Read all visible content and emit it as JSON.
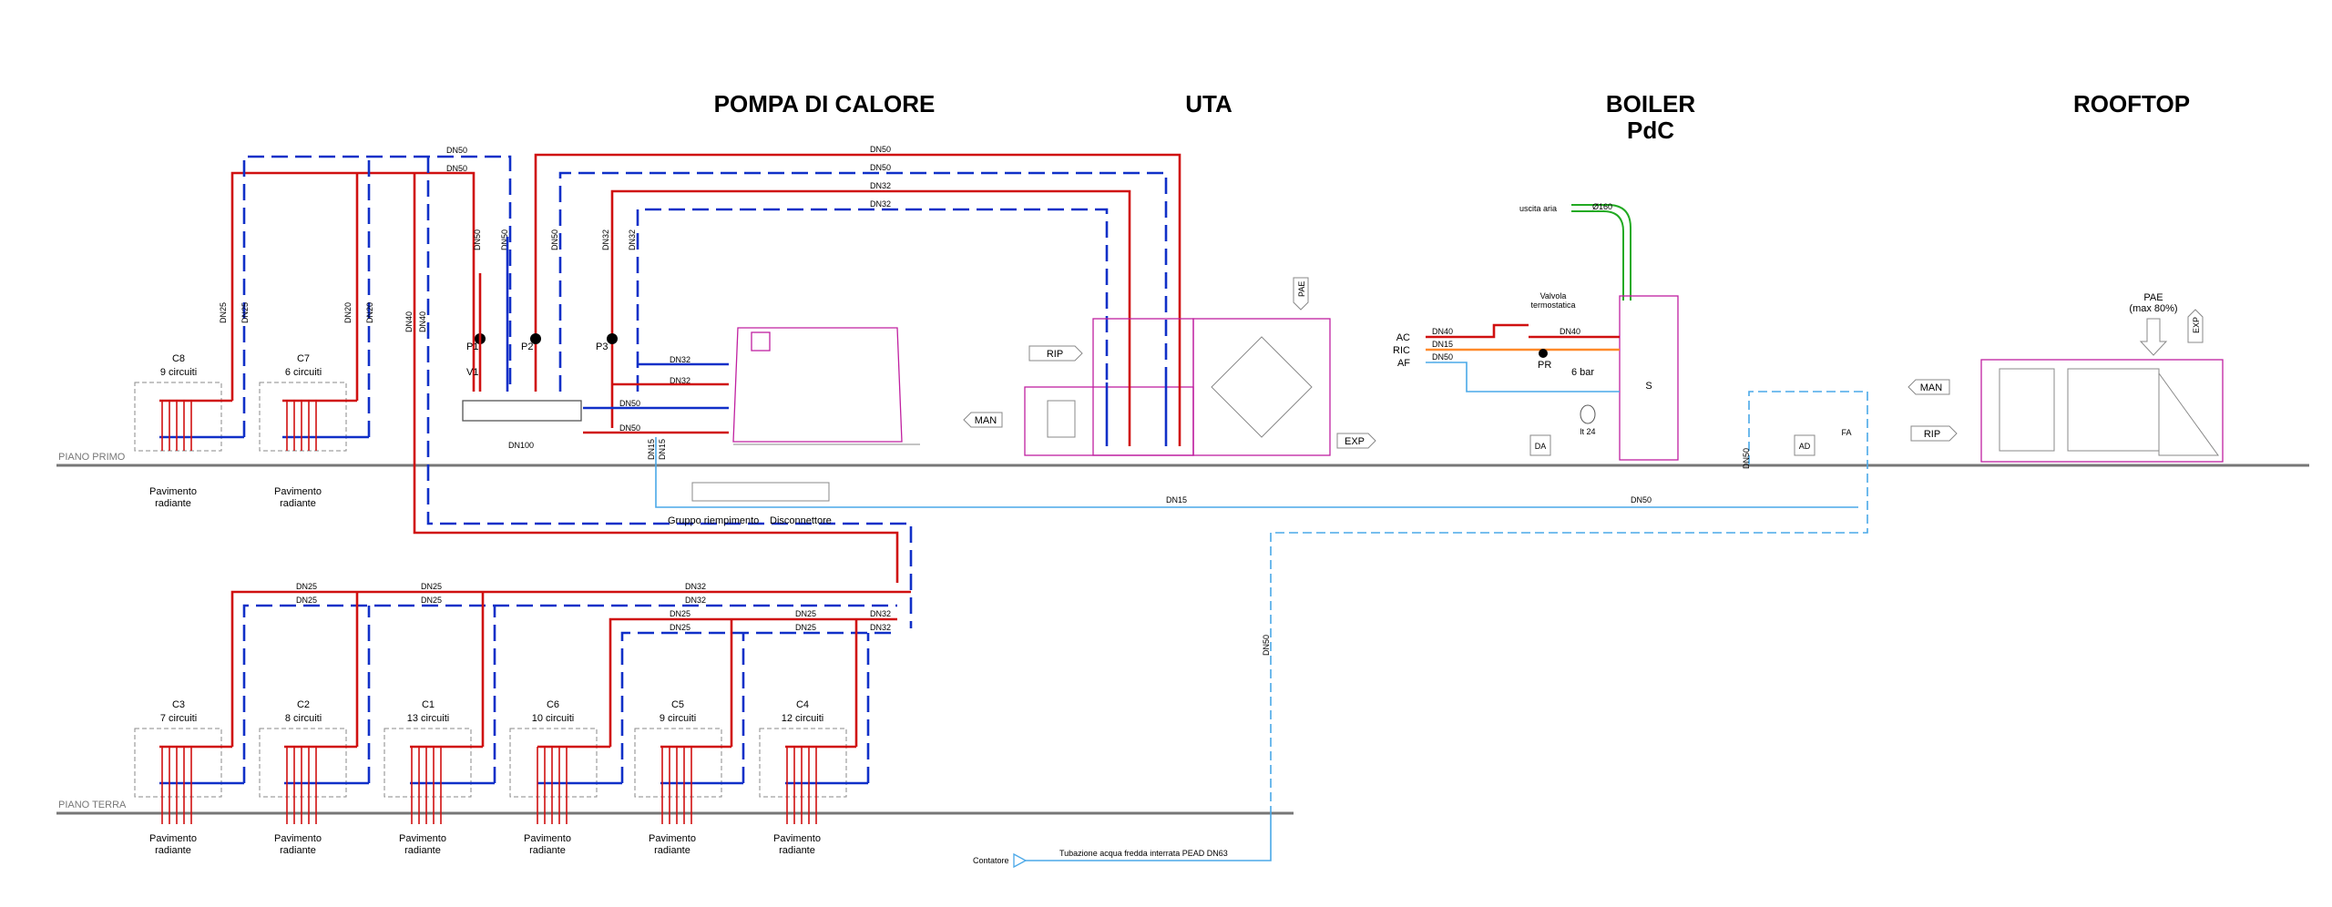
{
  "titles": {
    "heat_pump": "POMPA DI CALORE",
    "ahu": "UTA",
    "boiler_line1": "BOILER",
    "boiler_line2": "PdC",
    "rooftop": "ROOFTOP"
  },
  "floors": {
    "first": "PIANO PRIMO",
    "ground": "PIANO TERRA"
  },
  "manifolds_first": [
    {
      "code": "C8",
      "circuits": "9 circuiti",
      "label1": "Pavimento",
      "label2": "radiante"
    },
    {
      "code": "C7",
      "circuits": "6 circuiti",
      "label1": "Pavimento",
      "label2": "radiante"
    }
  ],
  "manifolds_ground": [
    {
      "code": "C3",
      "circuits": "7 circuiti",
      "label1": "Pavimento",
      "label2": "radiante"
    },
    {
      "code": "C2",
      "circuits": "8 circuiti",
      "label1": "Pavimento",
      "label2": "radiante"
    },
    {
      "code": "C1",
      "circuits": "13 circuiti",
      "label1": "Pavimento",
      "label2": "radiante"
    },
    {
      "code": "C6",
      "circuits": "10 circuiti",
      "label1": "Pavimento",
      "label2": "radiante"
    },
    {
      "code": "C5",
      "circuits": "9 circuiti",
      "label1": "Pavimento",
      "label2": "radiante"
    },
    {
      "code": "C4",
      "circuits": "12 circuiti",
      "label1": "Pavimento",
      "label2": "radiante"
    }
  ],
  "pipe_sizes": {
    "dn100": "DN100",
    "dn50": "DN50",
    "dn40": "DN40",
    "dn32": "DN32",
    "dn25": "DN25",
    "dn20": "DN20",
    "dn15": "DN15",
    "dn160": "Ø160"
  },
  "pumps": {
    "p1": "P1",
    "p2": "P2",
    "p3": "P3",
    "v1": "V1"
  },
  "filling": {
    "group": "Gruppo riempimento",
    "disconnector": "Disconnettore"
  },
  "ahu_tags": {
    "rip": "RIP",
    "man": "MAN",
    "exp": "EXP",
    "pae": "PAE"
  },
  "boiler": {
    "air_outlet": "uscita aria",
    "valve_line1": "Valvola",
    "valve_line2": "termostatica",
    "ac": "AC",
    "ric": "RIC",
    "af": "AF",
    "pr": "PR",
    "pressure": "6 bar",
    "da": "DA",
    "tank_volume": "lt 24",
    "s": "S",
    "ad": "AD",
    "fa": "FA"
  },
  "rooftop": {
    "pae_line1": "PAE",
    "pae_line2": "(max 80%)",
    "exp": "EXP",
    "man": "MAN",
    "rip": "RIP"
  },
  "water_supply": {
    "meter": "Contatore",
    "pipe": "Tubazione acqua fredda interrata PEAD DN63"
  },
  "colors": {
    "supply": "#d01010",
    "return": "#1030c8",
    "cold_water": "#4aa8e8",
    "air": "#22aa22",
    "equipment": "#c020a0"
  }
}
